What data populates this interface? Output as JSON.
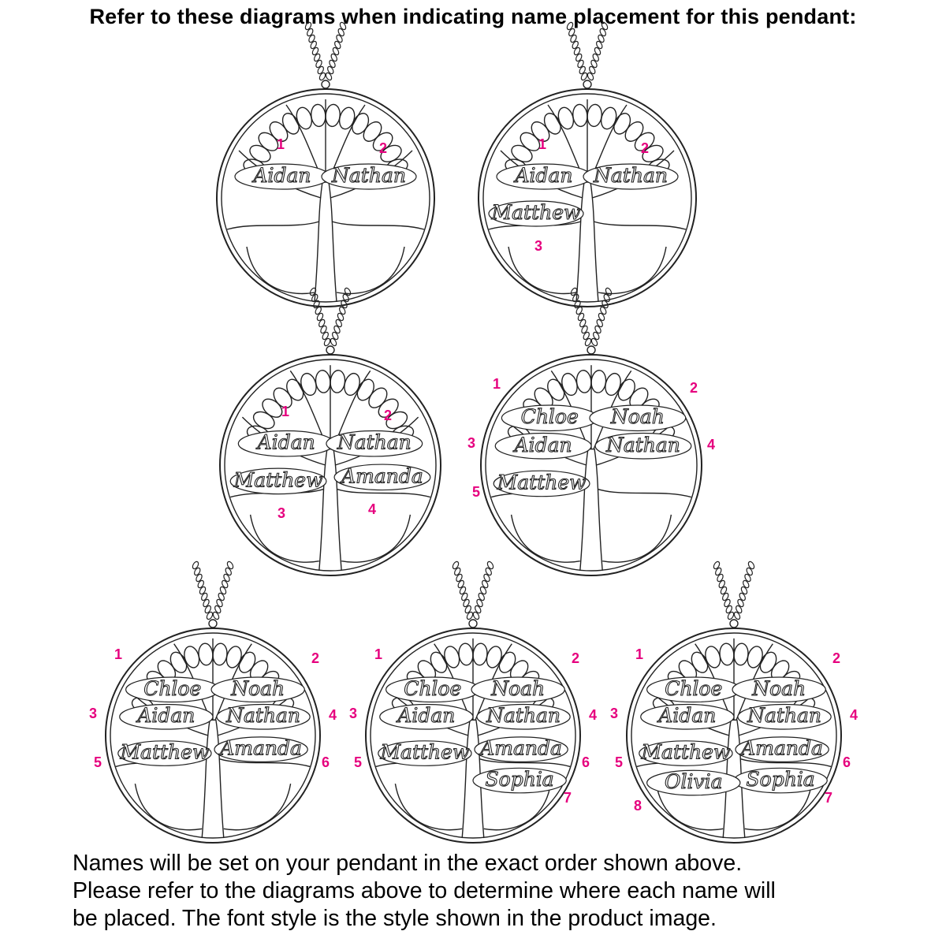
{
  "title": "Refer to these diagrams when indicating name placement for this pendant:",
  "colors": {
    "marker": "#e6007e",
    "line": "#222222"
  },
  "pendants": [
    {
      "names": [
        {
          "n": "1",
          "text": "Aidan"
        },
        {
          "n": "2",
          "text": "Nathan"
        }
      ]
    },
    {
      "names": [
        {
          "n": "1",
          "text": "Aidan"
        },
        {
          "n": "2",
          "text": "Nathan"
        },
        {
          "n": "3",
          "text": "Matthew"
        }
      ]
    },
    {
      "names": [
        {
          "n": "1",
          "text": "Aidan"
        },
        {
          "n": "2",
          "text": "Nathan"
        },
        {
          "n": "3",
          "text": "Matthew"
        },
        {
          "n": "4",
          "text": "Amanda"
        }
      ]
    },
    {
      "names": [
        {
          "n": "1",
          "text": "Chloe"
        },
        {
          "n": "2",
          "text": "Noah"
        },
        {
          "n": "3",
          "text": "Aidan"
        },
        {
          "n": "4",
          "text": "Nathan"
        },
        {
          "n": "5",
          "text": "Matthew"
        }
      ]
    },
    {
      "names": [
        {
          "n": "1",
          "text": "Chloe"
        },
        {
          "n": "2",
          "text": "Noah"
        },
        {
          "n": "3",
          "text": "Aidan"
        },
        {
          "n": "4",
          "text": "Nathan"
        },
        {
          "n": "5",
          "text": "Matthew"
        },
        {
          "n": "6",
          "text": "Amanda"
        }
      ]
    },
    {
      "names": [
        {
          "n": "1",
          "text": "Chloe"
        },
        {
          "n": "2",
          "text": "Noah"
        },
        {
          "n": "3",
          "text": "Aidan"
        },
        {
          "n": "4",
          "text": "Nathan"
        },
        {
          "n": "5",
          "text": "Matthew"
        },
        {
          "n": "6",
          "text": "Amanda"
        },
        {
          "n": "7",
          "text": "Sophia"
        }
      ]
    },
    {
      "names": [
        {
          "n": "1",
          "text": "Chloe"
        },
        {
          "n": "2",
          "text": "Noah"
        },
        {
          "n": "3",
          "text": "Aidan"
        },
        {
          "n": "4",
          "text": "Nathan"
        },
        {
          "n": "5",
          "text": "Matthew"
        },
        {
          "n": "6",
          "text": "Amanda"
        },
        {
          "n": "7",
          "text": "Sophia"
        },
        {
          "n": "8",
          "text": "Olivia"
        }
      ]
    }
  ],
  "footer": {
    "line1": "Names will be set on your pendant in the exact order shown above.",
    "line2": "Please refer to the diagrams above to determine where each name will",
    "line3": "be placed. The font style is the style shown in the product image."
  }
}
